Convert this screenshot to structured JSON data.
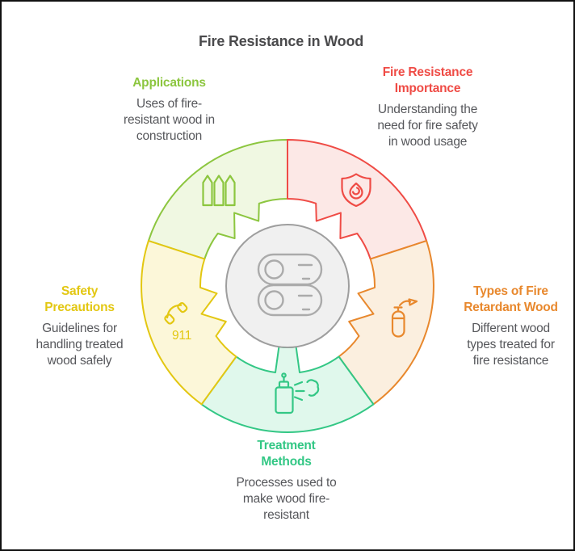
{
  "title": "Fire Resistance in Wood",
  "colors": {
    "title_text": "#4A4A4C",
    "description_text": "#56575B",
    "background": "#FFFFFF",
    "frame_border": "#111111",
    "center_circle_fill": "#F0F0F0",
    "center_circle_stroke": "#9E9E9E",
    "logs_stroke": "#ABABAB"
  },
  "center": {
    "icon": "logs-icon"
  },
  "segments": [
    {
      "id": "applications",
      "label_lines": [
        "Applications"
      ],
      "description_lines": [
        "Uses of fire-",
        "resistant wood in",
        "construction"
      ],
      "color": "#8CC63F",
      "fill": "#F0F8E2",
      "icon": "fence-icon"
    },
    {
      "id": "fire-resistance-importance",
      "label_lines": [
        "Fire Resistance",
        "Importance"
      ],
      "description_lines": [
        "Understanding the",
        "need for fire safety",
        "in wood usage"
      ],
      "color": "#EF4B45",
      "fill": "#FCE8E6",
      "icon": "flame-shield-icon"
    },
    {
      "id": "types-of-fire-retardant-wood",
      "label_lines": [
        "Types of Fire",
        "Retardant Wood"
      ],
      "description_lines": [
        "Different wood",
        "types treated for",
        "fire resistance"
      ],
      "color": "#E8882D",
      "fill": "#FBEFDF",
      "icon": "fire-extinguisher-icon"
    },
    {
      "id": "treatment-methods",
      "label_lines": [
        "Treatment",
        "Methods"
      ],
      "description_lines": [
        "Processes used to",
        "make wood fire-",
        "resistant"
      ],
      "color": "#33C785",
      "fill": "#E0F8EC",
      "icon": "spray-icon"
    },
    {
      "id": "safety-precautions",
      "label_lines": [
        "Safety",
        "Precautions"
      ],
      "description_lines": [
        "Guidelines for",
        "handling treated",
        "wood safely"
      ],
      "color": "#E3C712",
      "fill": "#FCF7D9",
      "icon": "emergency-call-icon",
      "icon_text": "911"
    }
  ]
}
